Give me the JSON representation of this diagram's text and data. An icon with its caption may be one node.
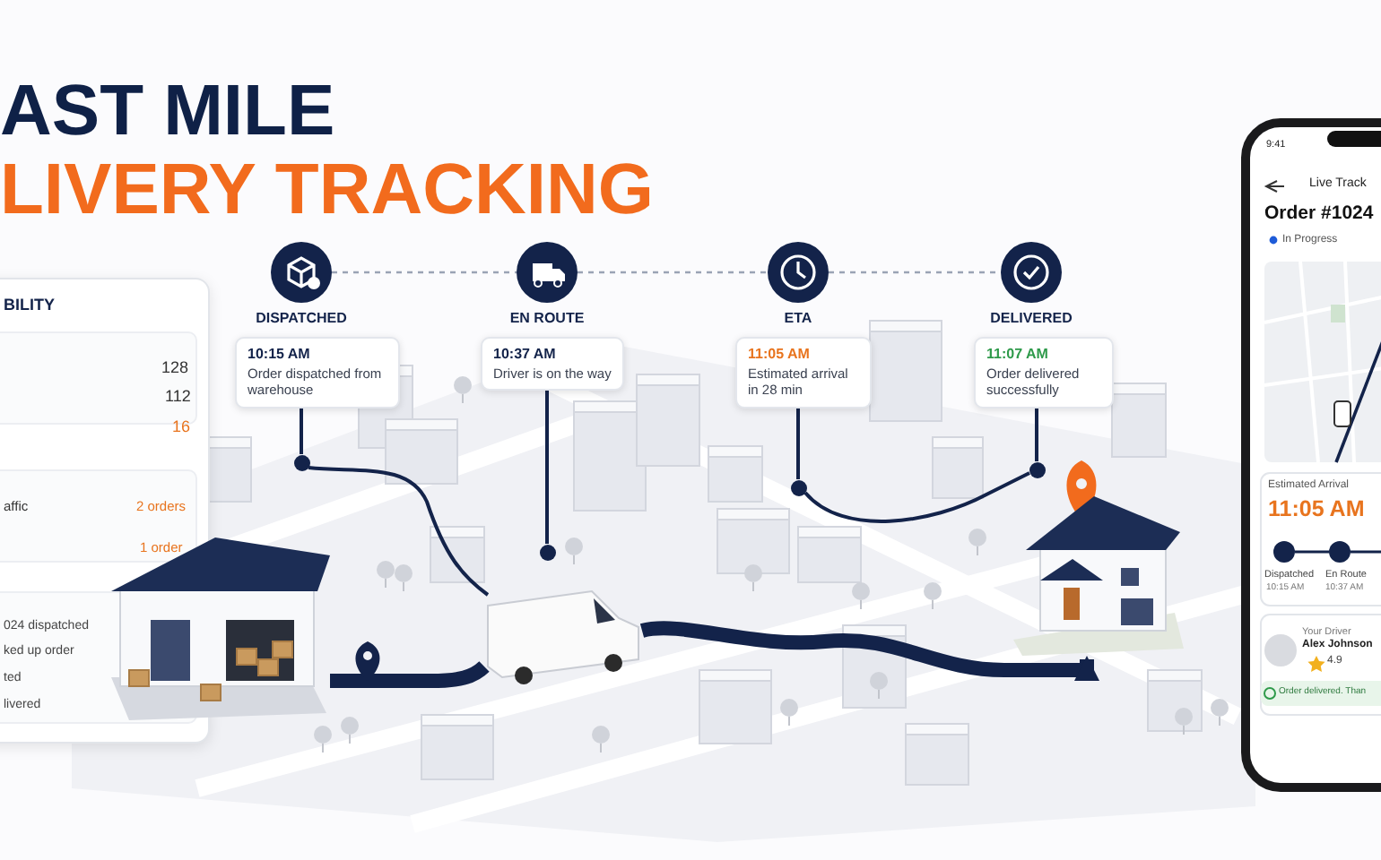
{
  "diagram": {
    "nodes": [
      {
        "text": [
          "DISPATCHED"
        ]
      },
      {
        "text": [
          "EN ROUTE"
        ]
      },
      {
        "text": [
          "ETA"
        ]
      },
      {
        "text": [
          "DELIVERED"
        ]
      },
      {
        "text": [
          "10:15 AM",
          "Order dispatched from warehouse"
        ]
      },
      {
        "text": [
          "10:37 AM",
          "Driver is on the way"
        ]
      },
      {
        "text": [
          "11:05 AM",
          "Estimated arrival in 28 min"
        ]
      },
      {
        "text": [
          "11:07 AM",
          "Order delivered successfully"
        ]
      },
      {
        "text": [],
        "shape": "picture"
      },
      {
        "text": [],
        "shape": "picture"
      },
      {
        "text": [],
        "shape": "circle"
      },
      {
        "text": [],
        "shape": "circle"
      },
      {
        "text": [],
        "shape": "circle"
      },
      {
        "text": [],
        "shape": "circle"
      },
      {
        "text": [],
        "shape": "picture"
      }
    ],
    "edges": [
      {
        "from": 0,
        "to": 1,
        "arrow": "none",
        "style": "dashed",
        "color": "#9aa3b5"
      },
      {
        "from": 1,
        "to": 2,
        "arrow": "none",
        "style": "dashed",
        "color": "#9aa3b5"
      },
      {
        "from": 2,
        "to": 3,
        "arrow": "none",
        "style": "dashed",
        "color": "#9aa3b5"
      },
      {
        "from": 4,
        "to": 10,
        "arrow": "none"
      },
      {
        "from": 5,
        "to": 11,
        "arrow": "none"
      },
      {
        "from": 6,
        "to": 12,
        "arrow": "none"
      },
      {
        "from": 7,
        "to": 13,
        "arrow": "none"
      },
      {
        "from": 10,
        "to": 14,
        "arrow": "none"
      },
      {
        "from": 12,
        "to": 13,
        "arrow": "none"
      },
      {
        "from": 8,
        "to": 14,
        "arrow": "none",
        "style": "thick"
      },
      {
        "from": 14,
        "to": 9,
        "arrow": "to",
        "style": "thick"
      }
    ],
    "labels": [
      "AST MILE",
      "LIVERY TRACKING",
      "BILITY",
      "128",
      "112",
      "16",
      "affic",
      "2 orders",
      "1 order",
      "024 dispatched",
      "ked up order",
      "ted",
      "livered",
      "9:41",
      "Live Track",
      "Order #1024",
      "In Progress",
      "Estimated Arrival",
      "11:05 AM",
      "Dispatched",
      "10:15 AM",
      "En Route",
      "10:37 AM",
      "Your Driver",
      "Alex Johnson",
      "4.9",
      "Order delivered. Than"
    ]
  }
}
